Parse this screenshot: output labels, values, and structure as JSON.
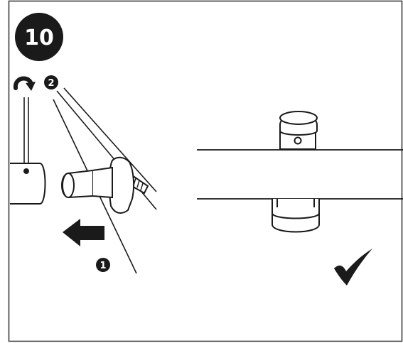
{
  "step": {
    "number": "10"
  },
  "callouts": {
    "first": "1",
    "second": "2"
  },
  "icons": {
    "rotate": "rotate-arrow-icon",
    "push": "left-arrow-icon",
    "confirm": "checkmark-icon"
  },
  "colors": {
    "ink": "#1a1a1a",
    "paper": "#ffffff",
    "frame": "#3a3a3a"
  }
}
